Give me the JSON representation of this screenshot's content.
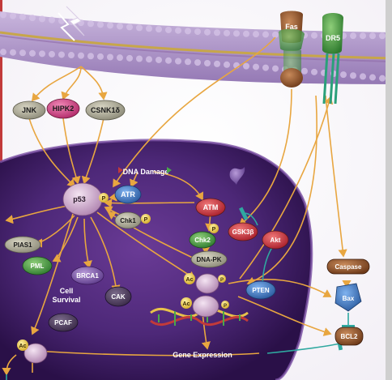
{
  "signals": {
    "dna_damage": "DNA Damage",
    "cell_survival_line1": "Cell",
    "cell_survival_line2": "Survival",
    "gene_expression": "Gene Expression"
  },
  "receptors": {
    "fas": "Fas",
    "dr5": "DR5"
  },
  "kinases": {
    "jnk": "JNK",
    "hipk2": "HIPK2",
    "csnk1d": "CSNK1δ"
  },
  "nodes": {
    "p53": "p53",
    "atr": "ATR",
    "chk1": "Chk1",
    "atm": "ATM",
    "chk2": "Chk2",
    "dnapk": "DNA-PK",
    "gsk3b": "GSK3β",
    "akt": "Akt",
    "pten": "PTEN",
    "pias1": "PIAS1",
    "pml": "PML",
    "brca1": "BRCA1",
    "cak": "CAK",
    "pcaf": "PCAF",
    "caspase": "Caspase",
    "bax": "Bax",
    "bcl2": "BCL2"
  },
  "modifications": {
    "phospho": "P",
    "acetyl": "Ac"
  },
  "colors": {
    "membrane": "#a88ec6",
    "nucleus": "#4a2672",
    "arrow": "#e8a640",
    "inhibit": "#2fa8a0",
    "caspase": "#8a4a26",
    "bax": "#2d5ea8"
  }
}
